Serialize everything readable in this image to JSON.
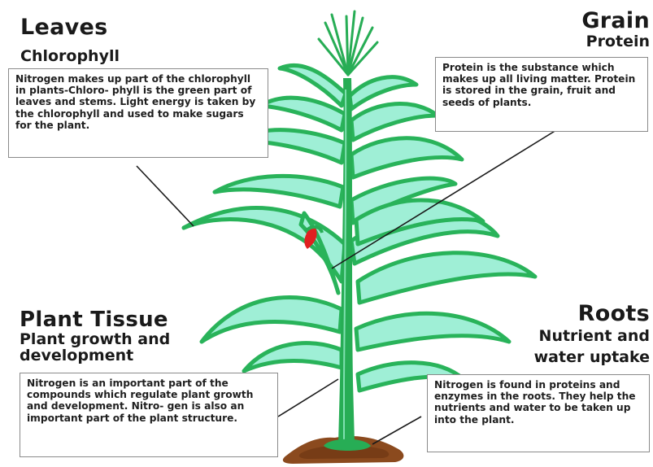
{
  "leaves": {
    "title": "Leaves",
    "subtitle": "Chlorophyll",
    "text": "Nitrogen makes up part of the chlorophyll in plants-Chloro- phyll is the green part of leaves and stems. Light energy is taken by the chlorophyll and used to make sugars for the plant."
  },
  "grain": {
    "title": "Grain",
    "subtitle": "Protein",
    "text": "Protein is the substance which makes up all living matter. Protein is stored in the grain, fruit and seeds of plants."
  },
  "tissue": {
    "title": "Plant Tissue",
    "subtitle_line1": "Plant growth and",
    "subtitle_line2": "development",
    "text": "Nitrogen is an important part of the compounds which regulate plant growth and development. Nitro- gen is also an important part of the plant structure."
  },
  "roots": {
    "title": "Roots",
    "subtitle_line1": "Nutrient and",
    "subtitle_line2": "water uptake",
    "text": "Nitrogen is found in proteins and enzymes in the roots. They help the nutrients and water to be taken up into the plant."
  },
  "colors": {
    "leaf_light": "#9fefd6",
    "leaf_dark": "#29b35a",
    "stalk": "#27ad55",
    "soil": "#8b4a1e",
    "flower": "#e02020"
  }
}
